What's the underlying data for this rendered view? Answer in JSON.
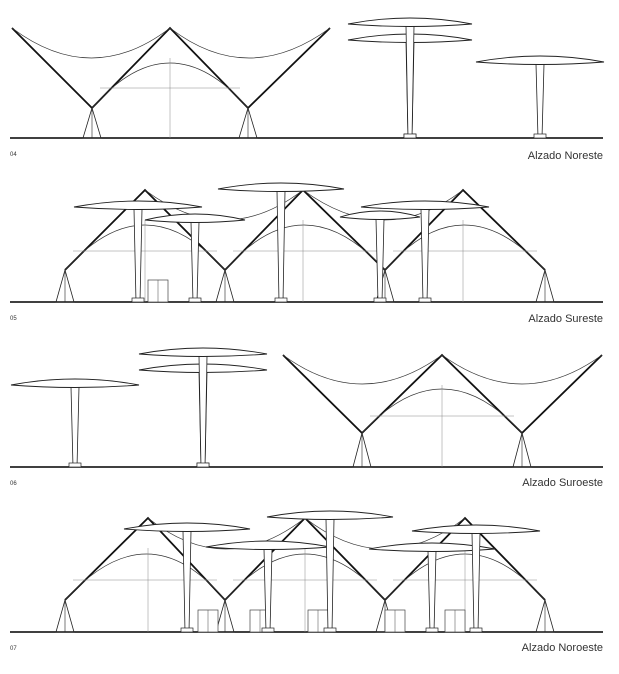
{
  "elevations": [
    {
      "number": "04",
      "title": "Alzado Noreste"
    },
    {
      "number": "05",
      "title": "Alzado Sureste"
    },
    {
      "number": "06",
      "title": "Alzado Suroeste"
    },
    {
      "number": "07",
      "title": "Alzado Noroeste"
    }
  ]
}
